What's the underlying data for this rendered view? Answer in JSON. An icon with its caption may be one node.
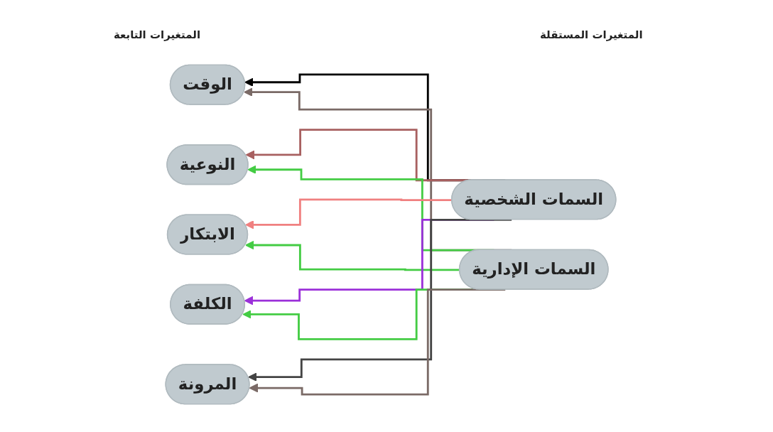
{
  "diagram": {
    "nodes": [
      {
        "text": [
          "الوقت"
        ]
      },
      {
        "text": [
          "النوعية"
        ]
      },
      {
        "text": [
          "الابتكار"
        ]
      },
      {
        "text": [
          "الكلفة"
        ]
      },
      {
        "text": [
          "المرونة"
        ]
      },
      {
        "text": [
          "السمات الشخصية"
        ]
      },
      {
        "text": [
          "السمات الإدارية"
        ]
      }
    ],
    "edges": [
      {
        "from": 5,
        "to": 0,
        "arrow": "to",
        "color": "#000000"
      },
      {
        "from": 6,
        "to": 0,
        "arrow": "to",
        "color": "#7a6a66"
      },
      {
        "from": 5,
        "to": 1,
        "arrow": "to",
        "color": "#a86060"
      },
      {
        "from": 6,
        "to": 1,
        "arrow": "to",
        "color": "#44cc44"
      },
      {
        "from": 5,
        "to": 2,
        "arrow": "to",
        "color": "#f08080"
      },
      {
        "from": 6,
        "to": 2,
        "arrow": "to",
        "color": "#44cc44"
      },
      {
        "from": 5,
        "to": 3,
        "arrow": "to",
        "color": "#9b30d9"
      },
      {
        "from": 6,
        "to": 3,
        "arrow": "to",
        "color": "#44cc44"
      },
      {
        "from": 5,
        "to": 4,
        "arrow": "to",
        "color": "#444444"
      },
      {
        "from": 6,
        "to": 4,
        "arrow": "to",
        "color": "#7a6a66"
      }
    ],
    "labels": [
      "المتغيرات التابعة",
      "المتغيرات المستقلة"
    ]
  }
}
